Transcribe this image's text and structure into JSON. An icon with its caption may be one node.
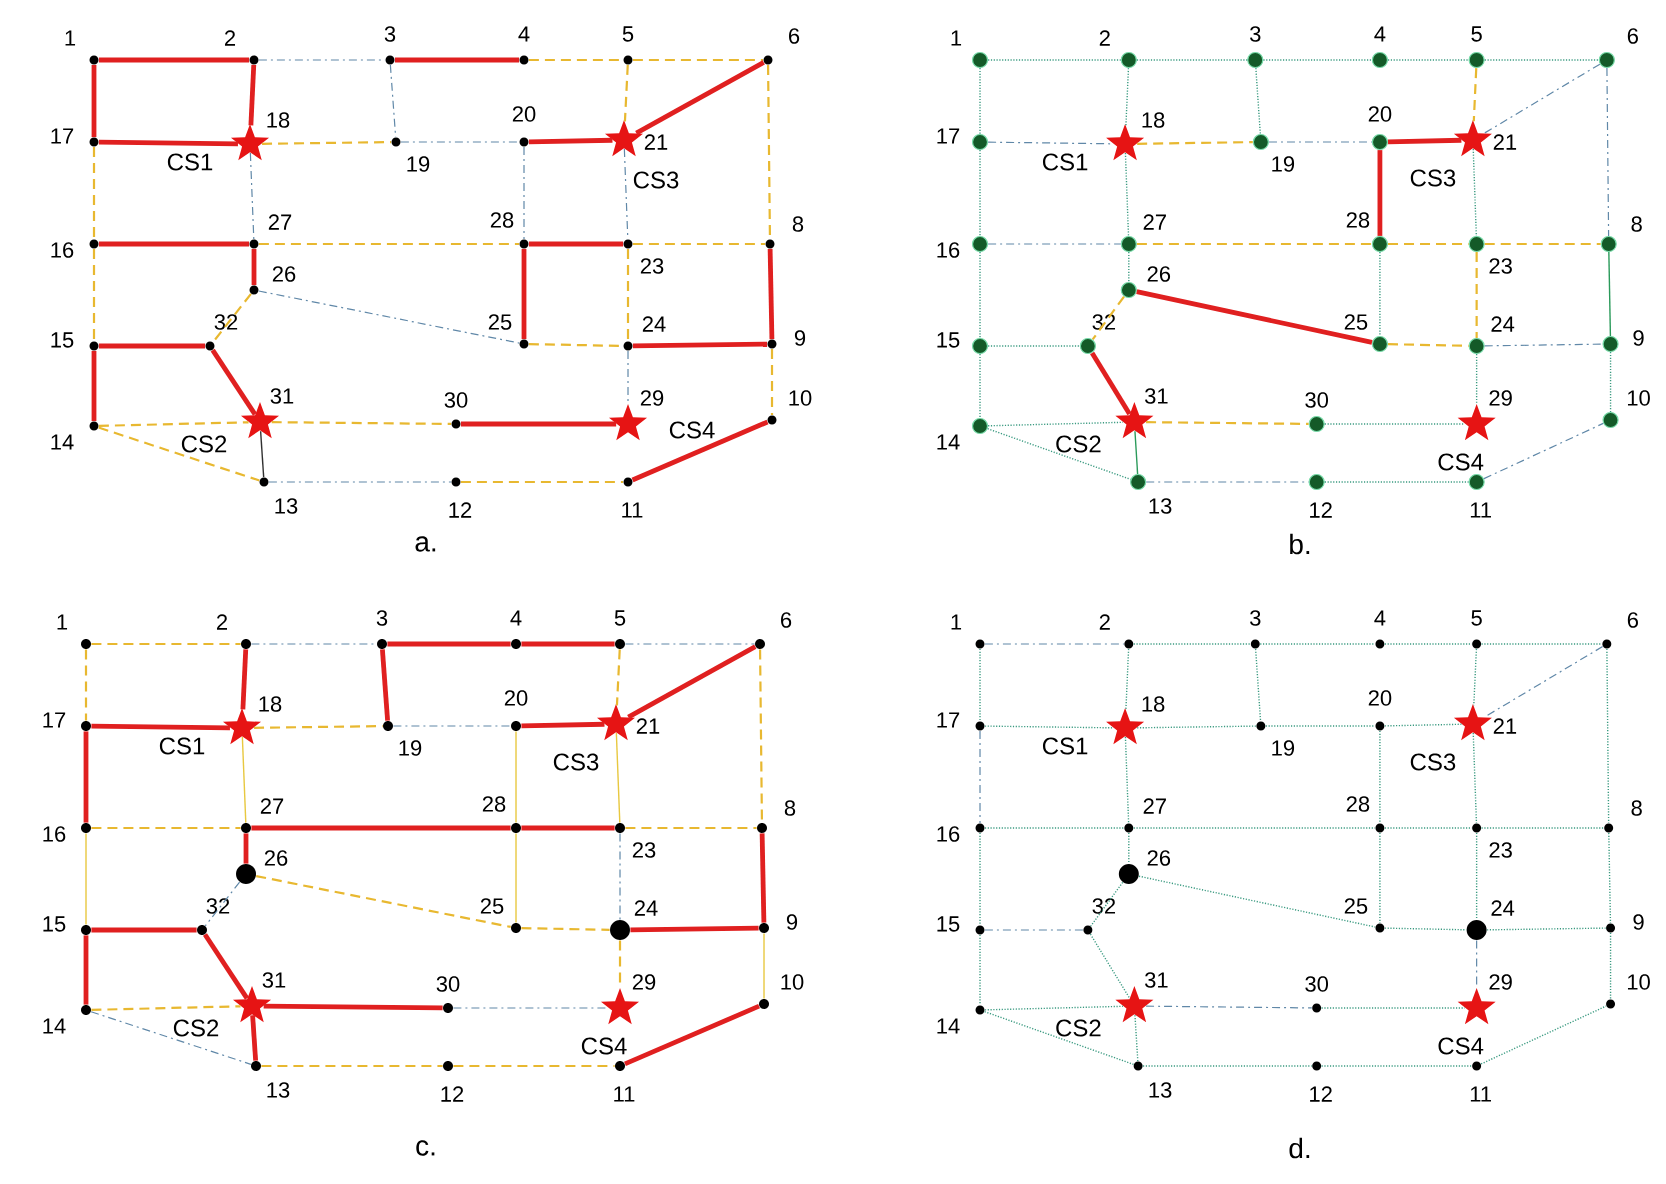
{
  "diagram": {
    "nodes": [
      {
        "text": [
          "1"
        ]
      },
      {
        "text": [
          "2"
        ]
      },
      {
        "text": [
          "3"
        ]
      },
      {
        "text": [
          "4"
        ]
      },
      {
        "text": [
          "5"
        ]
      },
      {
        "text": [
          "6"
        ]
      },
      {
        "text": [
          "17"
        ]
      },
      {
        "text": [
          "18"
        ],
        "beside": [
          "CS1"
        ]
      },
      {
        "text": [
          "19"
        ]
      },
      {
        "text": [
          "20"
        ]
      },
      {
        "text": [
          "21"
        ],
        "beside": [
          "CS3"
        ]
      },
      {
        "text": [
          "16"
        ]
      },
      {
        "text": [
          "27"
        ]
      },
      {
        "text": [
          "28"
        ]
      },
      {
        "text": [
          "23"
        ]
      },
      {
        "text": [
          "8"
        ]
      },
      {
        "text": [
          "26"
        ]
      },
      {
        "text": [
          "15"
        ]
      },
      {
        "text": [
          "32"
        ]
      },
      {
        "text": [
          "25"
        ]
      },
      {
        "text": [
          "24"
        ]
      },
      {
        "text": [
          "9"
        ]
      },
      {
        "text": [
          "14"
        ]
      },
      {
        "text": [
          "31"
        ],
        "beside": [
          "CS2"
        ]
      },
      {
        "text": [
          "30"
        ]
      },
      {
        "text": [
          "29"
        ],
        "beside": [
          "CS4"
        ]
      },
      {
        "text": [
          "10"
        ]
      },
      {
        "text": [
          "13"
        ]
      },
      {
        "text": [
          "12"
        ]
      },
      {
        "text": [
          "11"
        ]
      },
      {
        "text": [
          "1"
        ]
      },
      {
        "text": [
          "2"
        ]
      },
      {
        "text": [
          "3"
        ]
      },
      {
        "text": [
          "4"
        ]
      },
      {
        "text": [
          "5"
        ]
      },
      {
        "text": [
          "6"
        ]
      },
      {
        "text": [
          "17"
        ]
      },
      {
        "text": [
          "18"
        ],
        "beside": [
          "CS1"
        ]
      },
      {
        "text": [
          "19"
        ]
      },
      {
        "text": [
          "20"
        ]
      },
      {
        "text": [
          "21"
        ],
        "beside": [
          "CS3"
        ]
      },
      {
        "text": [
          "16"
        ]
      },
      {
        "text": [
          "27"
        ]
      },
      {
        "text": [
          "28"
        ]
      },
      {
        "text": [
          "23"
        ]
      },
      {
        "text": [
          "8"
        ]
      },
      {
        "text": [
          "26"
        ]
      },
      {
        "text": [
          "15"
        ]
      },
      {
        "text": [
          "32"
        ]
      },
      {
        "text": [
          "25"
        ]
      },
      {
        "text": [
          "24"
        ]
      },
      {
        "text": [
          "9"
        ]
      },
      {
        "text": [
          "14"
        ]
      },
      {
        "text": [
          "31"
        ],
        "beside": [
          "CS2"
        ]
      },
      {
        "text": [
          "30"
        ]
      },
      {
        "text": [
          "29"
        ],
        "beside": [
          "CS4"
        ]
      },
      {
        "text": [
          "10"
        ]
      },
      {
        "text": [
          "13"
        ]
      },
      {
        "text": [
          "12"
        ]
      },
      {
        "text": [
          "11"
        ]
      },
      {
        "text": [
          "1"
        ]
      },
      {
        "text": [
          "2"
        ]
      },
      {
        "text": [
          "3"
        ]
      },
      {
        "text": [
          "4"
        ]
      },
      {
        "text": [
          "5"
        ]
      },
      {
        "text": [
          "6"
        ]
      },
      {
        "text": [
          "17"
        ]
      },
      {
        "text": [
          "18"
        ],
        "beside": [
          "CS1"
        ]
      },
      {
        "text": [
          "19"
        ]
      },
      {
        "text": [
          "20"
        ]
      },
      {
        "text": [
          "21"
        ],
        "beside": [
          "CS3"
        ]
      },
      {
        "text": [
          "16"
        ]
      },
      {
        "text": [
          "27"
        ]
      },
      {
        "text": [
          "28"
        ]
      },
      {
        "text": [
          "23"
        ]
      },
      {
        "text": [
          "8"
        ]
      },
      {
        "text": [
          "26"
        ]
      },
      {
        "text": [
          "15"
        ]
      },
      {
        "text": [
          "32"
        ]
      },
      {
        "text": [
          "25"
        ]
      },
      {
        "text": [
          "24"
        ]
      },
      {
        "text": [
          "9"
        ]
      },
      {
        "text": [
          "14"
        ]
      },
      {
        "text": [
          "31"
        ],
        "beside": [
          "CS2"
        ]
      },
      {
        "text": [
          "30"
        ]
      },
      {
        "text": [
          "29"
        ],
        "beside": [
          "CS4"
        ]
      },
      {
        "text": [
          "10"
        ]
      },
      {
        "text": [
          "13"
        ]
      },
      {
        "text": [
          "12"
        ]
      },
      {
        "text": [
          "11"
        ]
      },
      {
        "text": [
          "1"
        ]
      },
      {
        "text": [
          "2"
        ]
      },
      {
        "text": [
          "3"
        ]
      },
      {
        "text": [
          "4"
        ]
      },
      {
        "text": [
          "5"
        ]
      },
      {
        "text": [
          "6"
        ]
      },
      {
        "text": [
          "17"
        ]
      },
      {
        "text": [
          "18"
        ],
        "beside": [
          "CS1"
        ]
      },
      {
        "text": [
          "19"
        ]
      },
      {
        "text": [
          "20"
        ]
      },
      {
        "text": [
          "21"
        ],
        "beside": [
          "CS3"
        ]
      },
      {
        "text": [
          "16"
        ]
      },
      {
        "text": [
          "27"
        ]
      },
      {
        "text": [
          "28"
        ]
      },
      {
        "text": [
          "23"
        ]
      },
      {
        "text": [
          "8"
        ]
      },
      {
        "text": [
          "26"
        ]
      },
      {
        "text": [
          "15"
        ]
      },
      {
        "text": [
          "32"
        ]
      },
      {
        "text": [
          "25"
        ]
      },
      {
        "text": [
          "24"
        ]
      },
      {
        "text": [
          "9"
        ]
      },
      {
        "text": [
          "14"
        ]
      },
      {
        "text": [
          "31"
        ],
        "beside": [
          "CS2"
        ]
      },
      {
        "text": [
          "30"
        ]
      },
      {
        "text": [
          "29"
        ],
        "beside": [
          "CS4"
        ]
      },
      {
        "text": [
          "10"
        ]
      },
      {
        "text": [
          "13"
        ]
      },
      {
        "text": [
          "12"
        ]
      },
      {
        "text": [
          "11"
        ]
      }
    ],
    "edges": [
      {
        "from": 0,
        "to": 1,
        "arrow": "none",
        "style": "thick",
        "color": "#e02020"
      },
      {
        "from": 0,
        "to": 6,
        "arrow": "none",
        "style": "thick",
        "color": "#e02020"
      },
      {
        "from": 1,
        "to": 7,
        "arrow": "none",
        "style": "thick",
        "color": "#e02020"
      },
      {
        "from": 6,
        "to": 7,
        "arrow": "none",
        "style": "thick",
        "color": "#e02020"
      },
      {
        "from": 1,
        "to": 2,
        "arrow": "none",
        "style": "dashed",
        "color": "#6088a8"
      },
      {
        "from": 2,
        "to": 3,
        "arrow": "none",
        "style": "thick",
        "color": "#e02020"
      },
      {
        "from": 3,
        "to": 4,
        "arrow": "none",
        "style": "dashed",
        "color": "#e8b830"
      },
      {
        "from": 4,
        "to": 5,
        "arrow": "none",
        "style": "dashed",
        "color": "#e8b830"
      },
      {
        "from": 2,
        "to": 8,
        "arrow": "none",
        "style": "dashed",
        "color": "#6088a8"
      },
      {
        "from": 7,
        "to": 8,
        "arrow": "none",
        "style": "dashed",
        "color": "#e8b830"
      },
      {
        "from": 8,
        "to": 9,
        "arrow": "none",
        "style": "dashed",
        "color": "#6088a8"
      },
      {
        "from": 9,
        "to": 10,
        "arrow": "none",
        "style": "thick",
        "color": "#e02020"
      },
      {
        "from": 4,
        "to": 10,
        "arrow": "none",
        "style": "dashed",
        "color": "#e8b830"
      },
      {
        "from": 5,
        "to": 10,
        "arrow": "none",
        "style": "thick",
        "color": "#e02020"
      },
      {
        "from": 5,
        "to": 15,
        "arrow": "none",
        "style": "dashed",
        "color": "#e8b830"
      },
      {
        "from": 6,
        "to": 11,
        "arrow": "none",
        "style": "dashed",
        "color": "#e8b830"
      },
      {
        "from": 7,
        "to": 12,
        "arrow": "none",
        "style": "dashed",
        "color": "#6088a8"
      },
      {
        "from": 11,
        "to": 12,
        "arrow": "none",
        "style": "thick",
        "color": "#e02020"
      },
      {
        "from": 12,
        "to": 13,
        "arrow": "none",
        "style": "dashed",
        "color": "#e8b830"
      },
      {
        "from": 9,
        "to": 13,
        "arrow": "none",
        "style": "dashed",
        "color": "#6088a8"
      },
      {
        "from": 13,
        "to": 14,
        "arrow": "none",
        "style": "thick",
        "color": "#e02020"
      },
      {
        "from": 10,
        "to": 14,
        "arrow": "none",
        "style": "dashed",
        "color": "#6088a8"
      },
      {
        "from": 14,
        "to": 15,
        "arrow": "none",
        "style": "dashed",
        "color": "#e8b830"
      },
      {
        "from": 12,
        "to": 16,
        "arrow": "none",
        "style": "thick",
        "color": "#e02020"
      },
      {
        "from": 16,
        "to": 18,
        "arrow": "none",
        "style": "dashed",
        "color": "#e8b830"
      },
      {
        "from": 16,
        "to": 19,
        "arrow": "none",
        "style": "dashed",
        "color": "#6088a8"
      },
      {
        "from": 13,
        "to": 19,
        "arrow": "none",
        "style": "thick",
        "color": "#e02020"
      },
      {
        "from": 19,
        "to": 20,
        "arrow": "none",
        "style": "dashed",
        "color": "#e8b830"
      },
      {
        "from": 14,
        "to": 20,
        "arrow": "none",
        "style": "dashed",
        "color": "#e8b830"
      },
      {
        "from": 15,
        "to": 21,
        "arrow": "none",
        "style": "thick",
        "color": "#e02020"
      },
      {
        "from": 20,
        "to": 21,
        "arrow": "none",
        "style": "thick",
        "color": "#e02020"
      },
      {
        "from": 11,
        "to": 17,
        "arrow": "none",
        "style": "dashed",
        "color": "#e8b830"
      },
      {
        "from": 17,
        "to": 18,
        "arrow": "none",
        "style": "thick",
        "color": "#e02020"
      },
      {
        "from": 18,
        "to": 23,
        "arrow": "none",
        "style": "thick",
        "color": "#e02020"
      },
      {
        "from": 17,
        "to": 22,
        "arrow": "none",
        "style": "thick",
        "color": "#e02020"
      },
      {
        "from": 22,
        "to": 23,
        "arrow": "none",
        "style": "dashed",
        "color": "#e8b830"
      },
      {
        "from": 23,
        "to": 24,
        "arrow": "none",
        "style": "dashed",
        "color": "#e8b830"
      },
      {
        "from": 24,
        "to": 25,
        "arrow": "none",
        "style": "thick",
        "color": "#e02020"
      },
      {
        "from": 20,
        "to": 25,
        "arrow": "none",
        "style": "dashed",
        "color": "#6088a8"
      },
      {
        "from": 21,
        "to": 26,
        "arrow": "none",
        "style": "dashed",
        "color": "#e8b830"
      },
      {
        "from": 22,
        "to": 27,
        "arrow": "none",
        "style": "dashed",
        "color": "#e8b830"
      },
      {
        "from": 23,
        "to": 27,
        "arrow": "none",
        "color": "#303030"
      },
      {
        "from": 27,
        "to": 28,
        "arrow": "none",
        "style": "dashed",
        "color": "#6088a8"
      },
      {
        "from": 28,
        "to": 29,
        "arrow": "none",
        "style": "dashed",
        "color": "#e8b830"
      },
      {
        "from": 29,
        "to": 26,
        "arrow": "none",
        "style": "thick",
        "color": "#e02020"
      },
      {
        "from": 30,
        "to": 31,
        "arrow": "none",
        "style": "dashed",
        "color": "#3a9a80"
      },
      {
        "from": 31,
        "to": 32,
        "arrow": "none",
        "style": "dashed",
        "color": "#3a9a80"
      },
      {
        "from": 32,
        "to": 33,
        "arrow": "none",
        "style": "dashed",
        "color": "#3a9a80"
      },
      {
        "from": 33,
        "to": 34,
        "arrow": "none",
        "style": "dashed",
        "color": "#3a9a80"
      },
      {
        "from": 34,
        "to": 35,
        "arrow": "none",
        "style": "dashed",
        "color": "#3a9a80"
      },
      {
        "from": 30,
        "to": 36,
        "arrow": "none",
        "style": "dashed",
        "color": "#3a9a80"
      },
      {
        "from": 31,
        "to": 37,
        "arrow": "none",
        "style": "dashed",
        "color": "#3a9a80"
      },
      {
        "from": 32,
        "to": 38,
        "arrow": "none",
        "style": "dashed",
        "color": "#3a9a80"
      },
      {
        "from": 34,
        "to": 40,
        "arrow": "none",
        "style": "dashed",
        "color": "#e8b830"
      },
      {
        "from": 35,
        "to": 40,
        "arrow": "none",
        "style": "dashed",
        "color": "#6088a8"
      },
      {
        "from": 35,
        "to": 45,
        "arrow": "none",
        "style": "dashed",
        "color": "#6088a8"
      },
      {
        "from": 36,
        "to": 37,
        "arrow": "none",
        "style": "dashed",
        "color": "#6088a8"
      },
      {
        "from": 37,
        "to": 38,
        "arrow": "none",
        "style": "dashed",
        "color": "#e8b830"
      },
      {
        "from": 38,
        "to": 39,
        "arrow": "none",
        "style": "dashed",
        "color": "#6088a8"
      },
      {
        "from": 39,
        "to": 40,
        "arrow": "none",
        "style": "thick",
        "color": "#e02020"
      },
      {
        "from": 43,
        "to": 39,
        "arrow": "none",
        "style": "thick",
        "color": "#e02020"
      },
      {
        "from": 36,
        "to": 41,
        "arrow": "none",
        "style": "dashed",
        "color": "#3a9a80"
      },
      {
        "from": 37,
        "to": 42,
        "arrow": "none",
        "style": "dashed",
        "color": "#3a9a80"
      },
      {
        "from": 41,
        "to": 42,
        "arrow": "none",
        "style": "dashed",
        "color": "#6088a8"
      },
      {
        "from": 42,
        "to": 43,
        "arrow": "none",
        "style": "dashed",
        "color": "#e8b830"
      },
      {
        "from": 43,
        "to": 44,
        "arrow": "none",
        "style": "dashed",
        "color": "#e8b830"
      },
      {
        "from": 40,
        "to": 44,
        "arrow": "none",
        "style": "dashed",
        "color": "#3a9a80"
      },
      {
        "from": 44,
        "to": 45,
        "arrow": "none",
        "style": "dashed",
        "color": "#e8b830"
      },
      {
        "from": 45,
        "to": 51,
        "arrow": "none",
        "color": "#2a9a5a"
      },
      {
        "from": 42,
        "to": 46,
        "arrow": "none",
        "style": "dashed",
        "color": "#3a9a80"
      },
      {
        "from": 46,
        "to": 48,
        "arrow": "none",
        "style": "dashed",
        "color": "#e8b830"
      },
      {
        "from": 46,
        "to": 49,
        "arrow": "none",
        "style": "thick",
        "color": "#e02020"
      },
      {
        "from": 43,
        "to": 49,
        "arrow": "none",
        "style": "dashed",
        "color": "#3a9a80"
      },
      {
        "from": 49,
        "to": 50,
        "arrow": "none",
        "style": "dashed",
        "color": "#e8b830"
      },
      {
        "from": 44,
        "to": 50,
        "arrow": "none",
        "style": "dashed",
        "color": "#e8b830"
      },
      {
        "from": 50,
        "to": 51,
        "arrow": "none",
        "style": "dashed",
        "color": "#6088a8"
      },
      {
        "from": 41,
        "to": 47,
        "arrow": "none",
        "style": "dashed",
        "color": "#3a9a80"
      },
      {
        "from": 47,
        "to": 48,
        "arrow": "none",
        "style": "dashed",
        "color": "#3a9a80"
      },
      {
        "from": 48,
        "to": 53,
        "arrow": "none",
        "style": "thick",
        "color": "#e02020"
      },
      {
        "from": 47,
        "to": 52,
        "arrow": "none",
        "style": "dashed",
        "color": "#3a9a80"
      },
      {
        "from": 52,
        "to": 53,
        "arrow": "none",
        "style": "dashed",
        "color": "#3a9a80"
      },
      {
        "from": 53,
        "to": 54,
        "arrow": "none",
        "style": "dashed",
        "color": "#e8b830"
      },
      {
        "from": 54,
        "to": 55,
        "arrow": "none",
        "style": "dashed",
        "color": "#3a9a80"
      },
      {
        "from": 50,
        "to": 55,
        "arrow": "none",
        "style": "dashed",
        "color": "#3a9a80"
      },
      {
        "from": 51,
        "to": 56,
        "arrow": "none",
        "style": "dashed",
        "color": "#3a9a80"
      },
      {
        "from": 52,
        "to": 57,
        "arrow": "none",
        "style": "dashed",
        "color": "#3a9a80"
      },
      {
        "from": 53,
        "to": 57,
        "arrow": "none",
        "color": "#2a9a5a"
      },
      {
        "from": 57,
        "to": 58,
        "arrow": "none",
        "style": "dashed",
        "color": "#6088a8"
      },
      {
        "from": 58,
        "to": 59,
        "arrow": "none",
        "style": "dashed",
        "color": "#3a9a80"
      },
      {
        "from": 59,
        "to": 56,
        "arrow": "none",
        "style": "dashed",
        "color": "#6088a8"
      },
      {
        "from": 60,
        "to": 61,
        "arrow": "none",
        "style": "dashed",
        "color": "#e8b830"
      },
      {
        "from": 61,
        "to": 62,
        "arrow": "none",
        "style": "dashed",
        "color": "#6088a8"
      },
      {
        "from": 62,
        "to": 63,
        "arrow": "none",
        "style": "thick",
        "color": "#e02020"
      },
      {
        "from": 63,
        "to": 64,
        "arrow": "none",
        "style": "thick",
        "color": "#e02020"
      },
      {
        "from": 64,
        "to": 65,
        "arrow": "none",
        "style": "dashed",
        "color": "#6088a8"
      },
      {
        "from": 60,
        "to": 66,
        "arrow": "none",
        "style": "dashed",
        "color": "#e8b830"
      },
      {
        "from": 61,
        "to": 67,
        "arrow": "none",
        "style": "thick",
        "color": "#e02020"
      },
      {
        "from": 62,
        "to": 68,
        "arrow": "none",
        "style": "thick",
        "color": "#e02020"
      },
      {
        "from": 64,
        "to": 70,
        "arrow": "none",
        "style": "dashed",
        "color": "#e8b830"
      },
      {
        "from": 65,
        "to": 70,
        "arrow": "none",
        "style": "thick",
        "color": "#e02020"
      },
      {
        "from": 65,
        "to": 75,
        "arrow": "none",
        "style": "dashed",
        "color": "#e8b830"
      },
      {
        "from": 66,
        "to": 67,
        "arrow": "none",
        "style": "thick",
        "color": "#e02020"
      },
      {
        "from": 67,
        "to": 68,
        "arrow": "none",
        "style": "dashed",
        "color": "#e8b830"
      },
      {
        "from": 68,
        "to": 69,
        "arrow": "none",
        "style": "dashed",
        "color": "#6088a8"
      },
      {
        "from": 69,
        "to": 70,
        "arrow": "none",
        "style": "thick",
        "color": "#e02020"
      },
      {
        "from": 66,
        "to": 71,
        "arrow": "none",
        "style": "thick",
        "color": "#e02020"
      },
      {
        "from": 67,
        "to": 72,
        "arrow": "none",
        "color": "#e8c840"
      },
      {
        "from": 71,
        "to": 72,
        "arrow": "none",
        "style": "dashed",
        "color": "#e8b830"
      },
      {
        "from": 72,
        "to": 73,
        "arrow": "none",
        "style": "thick",
        "color": "#e02020"
      },
      {
        "from": 69,
        "to": 73,
        "arrow": "none",
        "color": "#e8c840"
      },
      {
        "from": 73,
        "to": 74,
        "arrow": "none",
        "style": "thick",
        "color": "#e02020"
      },
      {
        "from": 70,
        "to": 74,
        "arrow": "none",
        "color": "#e8c840"
      },
      {
        "from": 74,
        "to": 75,
        "arrow": "none",
        "style": "dashed",
        "color": "#e8b830"
      },
      {
        "from": 72,
        "to": 76,
        "arrow": "none",
        "style": "thick",
        "color": "#e02020"
      },
      {
        "from": 76,
        "to": 78,
        "arrow": "none",
        "style": "dashed",
        "color": "#6088a8"
      },
      {
        "from": 76,
        "to": 79,
        "arrow": "none",
        "style": "dashed",
        "color": "#e8b830"
      },
      {
        "from": 73,
        "to": 79,
        "arrow": "none",
        "color": "#e8c840"
      },
      {
        "from": 79,
        "to": 80,
        "arrow": "none",
        "style": "dashed",
        "color": "#e8b830"
      },
      {
        "from": 74,
        "to": 80,
        "arrow": "none",
        "style": "dashed",
        "color": "#6088a8"
      },
      {
        "from": 80,
        "to": 81,
        "arrow": "none",
        "style": "thick",
        "color": "#e02020"
      },
      {
        "from": 75,
        "to": 81,
        "arrow": "none",
        "style": "thick",
        "color": "#e02020"
      },
      {
        "from": 71,
        "to": 77,
        "arrow": "none",
        "color": "#e8c840"
      },
      {
        "from": 77,
        "to": 78,
        "arrow": "none",
        "style": "thick",
        "color": "#e02020"
      },
      {
        "from": 78,
        "to": 83,
        "arrow": "none",
        "style": "thick",
        "color": "#e02020"
      },
      {
        "from": 77,
        "to": 82,
        "arrow": "none",
        "style": "thick",
        "color": "#e02020"
      },
      {
        "from": 82,
        "to": 83,
        "arrow": "none",
        "style": "dashed",
        "color": "#e8b830"
      },
      {
        "from": 83,
        "to": 84,
        "arrow": "none",
        "style": "thick",
        "color": "#e02020"
      },
      {
        "from": 84,
        "to": 85,
        "arrow": "none",
        "style": "dashed",
        "color": "#6088a8"
      },
      {
        "from": 80,
        "to": 85,
        "arrow": "none",
        "style": "dashed",
        "color": "#e8b830"
      },
      {
        "from": 81,
        "to": 86,
        "arrow": "none",
        "color": "#e8c840"
      },
      {
        "from": 82,
        "to": 87,
        "arrow": "none",
        "style": "dashed",
        "color": "#6088a8"
      },
      {
        "from": 83,
        "to": 87,
        "arrow": "none",
        "style": "thick",
        "color": "#e02020"
      },
      {
        "from": 87,
        "to": 88,
        "arrow": "none",
        "style": "dashed",
        "color": "#e8b830"
      },
      {
        "from": 88,
        "to": 89,
        "arrow": "none",
        "style": "dashed",
        "color": "#e8b830"
      },
      {
        "from": 89,
        "to": 86,
        "arrow": "none",
        "style": "thick",
        "color": "#e02020"
      },
      {
        "from": 90,
        "to": 91,
        "arrow": "none",
        "style": "dashed",
        "color": "#6088a8"
      },
      {
        "from": 91,
        "to": 92,
        "arrow": "none",
        "style": "dashed",
        "color": "#3a9a80"
      },
      {
        "from": 92,
        "to": 93,
        "arrow": "none",
        "style": "dashed",
        "color": "#3a9a80"
      },
      {
        "from": 93,
        "to": 94,
        "arrow": "none",
        "style": "dashed",
        "color": "#3a9a80"
      },
      {
        "from": 94,
        "to": 95,
        "arrow": "none",
        "style": "dashed",
        "color": "#3a9a80"
      },
      {
        "from": 90,
        "to": 96,
        "arrow": "none",
        "style": "dashed",
        "color": "#3a9a80"
      },
      {
        "from": 91,
        "to": 97,
        "arrow": "none",
        "style": "dashed",
        "color": "#3a9a80"
      },
      {
        "from": 92,
        "to": 98,
        "arrow": "none",
        "style": "dashed",
        "color": "#3a9a80"
      },
      {
        "from": 94,
        "to": 100,
        "arrow": "none",
        "style": "dashed",
        "color": "#3a9a80"
      },
      {
        "from": 95,
        "to": 100,
        "arrow": "none",
        "style": "dashed",
        "color": "#6088a8"
      },
      {
        "from": 95,
        "to": 105,
        "arrow": "none",
        "style": "dashed",
        "color": "#3a9a80"
      },
      {
        "from": 96,
        "to": 97,
        "arrow": "none",
        "style": "dashed",
        "color": "#3a9a80"
      },
      {
        "from": 97,
        "to": 98,
        "arrow": "none",
        "style": "dashed",
        "color": "#3a9a80"
      },
      {
        "from": 98,
        "to": 99,
        "arrow": "none",
        "style": "dashed",
        "color": "#3a9a80"
      },
      {
        "from": 99,
        "to": 100,
        "arrow": "none",
        "style": "dashed",
        "color": "#3a9a80"
      },
      {
        "from": 96,
        "to": 101,
        "arrow": "none",
        "style": "dashed",
        "color": "#6088a8"
      },
      {
        "from": 97,
        "to": 102,
        "arrow": "none",
        "style": "dashed",
        "color": "#3a9a80"
      },
      {
        "from": 101,
        "to": 102,
        "arrow": "none",
        "style": "dashed",
        "color": "#3a9a80"
      },
      {
        "from": 102,
        "to": 103,
        "arrow": "none",
        "style": "dashed",
        "color": "#3a9a80"
      },
      {
        "from": 99,
        "to": 103,
        "arrow": "none",
        "style": "dashed",
        "color": "#3a9a80"
      },
      {
        "from": 103,
        "to": 104,
        "arrow": "none",
        "style": "dashed",
        "color": "#3a9a80"
      },
      {
        "from": 100,
        "to": 104,
        "arrow": "none",
        "style": "dashed",
        "color": "#3a9a80"
      },
      {
        "from": 104,
        "to": 105,
        "arrow": "none",
        "style": "dashed",
        "color": "#3a9a80"
      },
      {
        "from": 102,
        "to": 106,
        "arrow": "none",
        "style": "dashed",
        "color": "#3a9a80"
      },
      {
        "from": 106,
        "to": 108,
        "arrow": "none",
        "style": "dashed",
        "color": "#3a9a80"
      },
      {
        "from": 106,
        "to": 109,
        "arrow": "none",
        "style": "dashed",
        "color": "#3a9a80"
      },
      {
        "from": 103,
        "to": 109,
        "arrow": "none",
        "style": "dashed",
        "color": "#3a9a80"
      },
      {
        "from": 109,
        "to": 110,
        "arrow": "none",
        "style": "dashed",
        "color": "#3a9a80"
      },
      {
        "from": 104,
        "to": 110,
        "arrow": "none",
        "style": "dashed",
        "color": "#3a9a80"
      },
      {
        "from": 110,
        "to": 111,
        "arrow": "none",
        "style": "dashed",
        "color": "#3a9a80"
      },
      {
        "from": 105,
        "to": 111,
        "arrow": "none",
        "style": "dashed",
        "color": "#3a9a80"
      },
      {
        "from": 101,
        "to": 107,
        "arrow": "none",
        "style": "dashed",
        "color": "#3a9a80"
      },
      {
        "from": 107,
        "to": 108,
        "arrow": "none",
        "style": "dashed",
        "color": "#6088a8"
      },
      {
        "from": 108,
        "to": 113,
        "arrow": "none",
        "style": "dashed",
        "color": "#3a9a80"
      },
      {
        "from": 107,
        "to": 112,
        "arrow": "none",
        "style": "dashed",
        "color": "#3a9a80"
      },
      {
        "from": 112,
        "to": 113,
        "arrow": "none",
        "style": "dashed",
        "color": "#3a9a80"
      },
      {
        "from": 113,
        "to": 114,
        "arrow": "none",
        "style": "dashed",
        "color": "#6088a8"
      },
      {
        "from": 114,
        "to": 115,
        "arrow": "none",
        "style": "dashed",
        "color": "#3a9a80"
      },
      {
        "from": 110,
        "to": 115,
        "arrow": "none",
        "style": "dashed",
        "color": "#6088a8"
      },
      {
        "from": 111,
        "to": 116,
        "arrow": "none",
        "style": "dashed",
        "color": "#3a9a80"
      },
      {
        "from": 112,
        "to": 117,
        "arrow": "none",
        "style": "dashed",
        "color": "#3a9a80"
      },
      {
        "from": 113,
        "to": 117,
        "arrow": "none",
        "style": "dashed",
        "color": "#3a9a80"
      },
      {
        "from": 117,
        "to": 118,
        "arrow": "none",
        "style": "dashed",
        "color": "#3a9a80"
      },
      {
        "from": 118,
        "to": 119,
        "arrow": "none",
        "style": "dashed",
        "color": "#3a9a80"
      },
      {
        "from": 119,
        "to": 116,
        "arrow": "none",
        "style": "dashed",
        "color": "#3a9a80"
      }
    ],
    "labels": [
      "a.",
      "b.",
      "c.",
      "d."
    ]
  }
}
